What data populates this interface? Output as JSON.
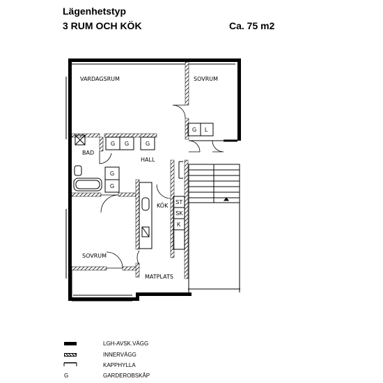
{
  "header": {
    "title": "Lägenhetstyp",
    "type": "3 RUM OCH KÖK",
    "area": "Ca. 75 m2"
  },
  "rooms": {
    "vardagsrum": "VARDAGSRUM",
    "sovrum_top": "SOVRUM",
    "sovrum_left": "SOVRUM",
    "bad": "BAD",
    "hall": "HALL",
    "kok": "KÖK",
    "matplats": "MATPLATS"
  },
  "fixtures": {
    "wardrobe": "G",
    "linen": "L",
    "stove": "ST",
    "sink": "SK",
    "fridge": "K"
  },
  "legend": [
    {
      "symbol": "thick-wall",
      "label": "LGH-AVSK.VÄGG"
    },
    {
      "symbol": "hatched-wall",
      "label": "INNERVÄGG"
    },
    {
      "symbol": "shelf",
      "label": "KAPPHYLLA"
    },
    {
      "symbol": "G",
      "label": "GARDEROBSKÅP"
    }
  ]
}
